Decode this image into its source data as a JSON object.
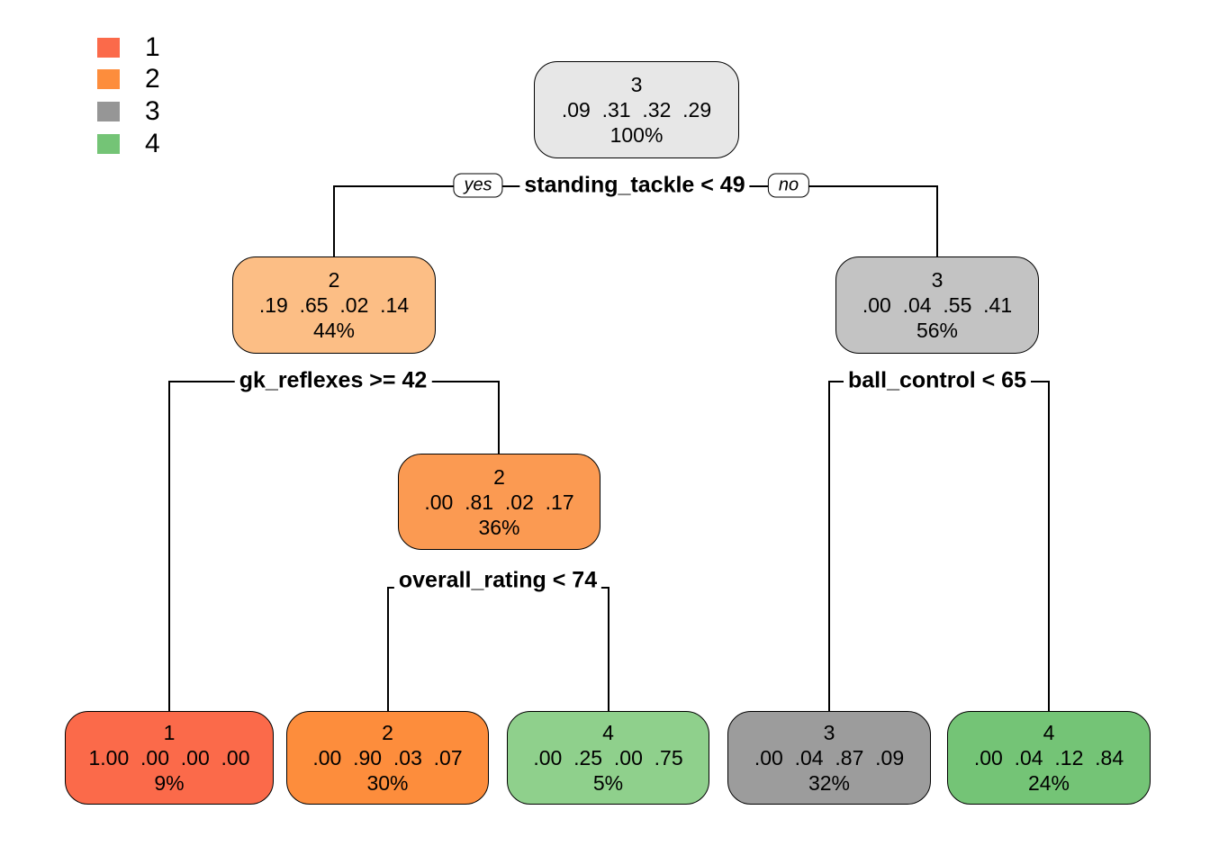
{
  "legend": {
    "items": [
      {
        "label": "1",
        "color": "#FB6A4A"
      },
      {
        "label": "2",
        "color": "#FD8D3C"
      },
      {
        "label": "3",
        "color": "#969696"
      },
      {
        "label": "4",
        "color": "#74C476"
      }
    ]
  },
  "tree": {
    "type": "decision-tree",
    "nodes": [
      {
        "id": "root",
        "class": "3",
        "probs": ".09  .31  .32  .29",
        "pct": "100%",
        "color": "#E7E7E7"
      },
      {
        "id": "node-44",
        "class": "2",
        "probs": ".19  .65  .02  .14",
        "pct": "44%",
        "color": "#FCBE85"
      },
      {
        "id": "node-56",
        "class": "3",
        "probs": ".00  .04  .55  .41",
        "pct": "56%",
        "color": "#C3C3C3"
      },
      {
        "id": "node-36",
        "class": "2",
        "probs": ".00  .81  .02  .17",
        "pct": "36%",
        "color": "#FB9A52"
      },
      {
        "id": "leaf-9",
        "class": "1",
        "probs": "1.00  .00  .00  .00",
        "pct": "9%",
        "color": "#FB6A4A"
      },
      {
        "id": "leaf-30",
        "class": "2",
        "probs": ".00  .90  .03  .07",
        "pct": "30%",
        "color": "#FD8D3C"
      },
      {
        "id": "leaf-5",
        "class": "4",
        "probs": ".00  .25  .00  .75",
        "pct": "5%",
        "color": "#8FD08C"
      },
      {
        "id": "leaf-32",
        "class": "3",
        "probs": ".00  .04  .87  .09",
        "pct": "32%",
        "color": "#9C9C9C"
      },
      {
        "id": "leaf-24",
        "class": "4",
        "probs": ".00  .04  .12  .84",
        "pct": "24%",
        "color": "#74C476"
      }
    ],
    "splits": [
      {
        "label": "standing_tackle < 49",
        "yes": "yes",
        "no": "no"
      },
      {
        "label": "gk_reflexes >= 42"
      },
      {
        "label": "ball_control < 65"
      },
      {
        "label": "overall_rating < 74"
      }
    ]
  }
}
